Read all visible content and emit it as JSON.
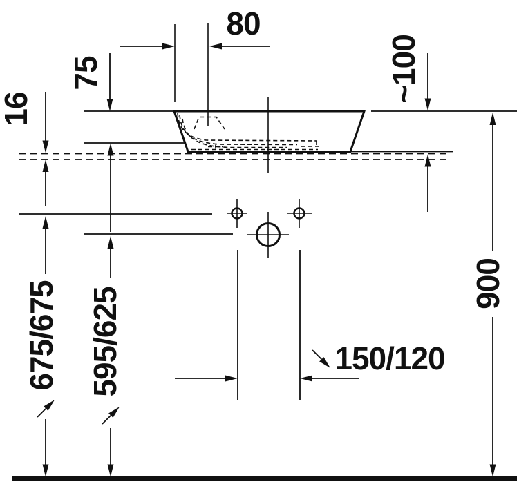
{
  "diagram": {
    "kind": "washbasin-installation-dimension-drawing",
    "colors": {
      "line": "#111111",
      "background": "#ffffff"
    },
    "labels": {
      "faucet_offset": "80",
      "inner_depth": "75",
      "plate_thickness": "16",
      "height_above_plate": "~100",
      "install_height": "900",
      "upper_anchor_height": "675/675",
      "drain_height": "595/625",
      "anchor_spacing": "150/120"
    }
  }
}
